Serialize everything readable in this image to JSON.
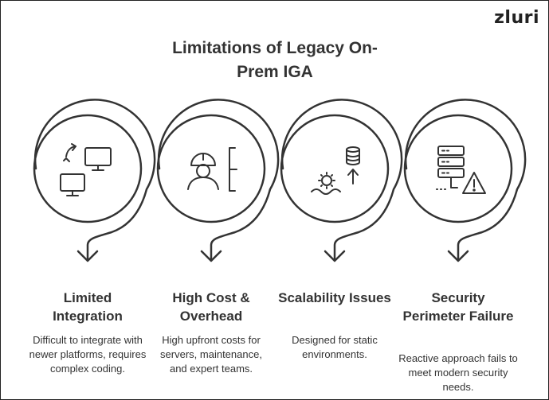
{
  "logo": "zluri",
  "title": "Limitations of Legacy On-Prem IGA",
  "items": [
    {
      "heading": "Limited Integration",
      "description": "Difficult to integrate with newer platforms, requires complex coding.",
      "icon": "monitors-sync-icon"
    },
    {
      "heading": "High Cost & Overhead",
      "description": "High upfront costs for servers, maintenance, and expert teams.",
      "icon": "engineer-icon"
    },
    {
      "heading": "Scalability Issues",
      "description": "Designed for static environments.",
      "icon": "database-scale-icon"
    },
    {
      "heading": "Security Perimeter Failure",
      "description": "Reactive approach fails to meet modern security needs.",
      "icon": "server-warning-icon"
    }
  ]
}
